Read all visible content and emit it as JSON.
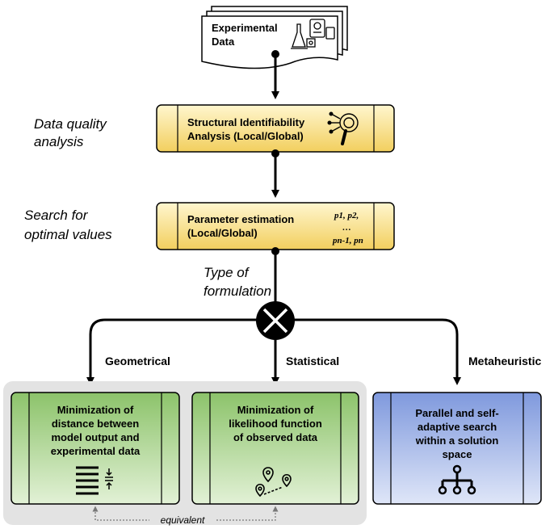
{
  "data_node": {
    "line1": "Experimental",
    "line2": "Data"
  },
  "identifiability": {
    "line1": "Structural Identifiability",
    "line2": "Analysis (Local/Global)"
  },
  "estimation": {
    "line1": "Parameter estimation",
    "line2": "(Local/Global)"
  },
  "params": {
    "line1": "p1, p2,",
    "line2": "…",
    "line3": "pn-1, pn"
  },
  "side_labels": {
    "quality_1": "Data quality",
    "quality_2": "analysis",
    "search_1": "Search for",
    "search_2": "optimal values",
    "type_1": "Type of",
    "type_2": "formulation"
  },
  "branches": {
    "geometrical": "Geometrical",
    "statistical": "Statistical",
    "metaheuristic": "Metaheuristic"
  },
  "geometrical_box": {
    "line1": "Minimization of",
    "line2": "distance between",
    "line3": "model output and",
    "line4": "experimental data"
  },
  "statistical_box": {
    "line1": "Minimization of",
    "line2": "likelihood function",
    "line3": "of observed data"
  },
  "metaheuristic_box": {
    "line1": "Parallel and self-",
    "line2": "adaptive search",
    "line3": "within a solution",
    "line4": "space"
  },
  "equivalent": "equivalent",
  "colors": {
    "yellow_top": "#fff6cf",
    "yellow_bottom": "#f2cf5e",
    "green_top": "#d6ecc4",
    "green_bottom": "#8cc36a",
    "blue_top": "#b9c8ef",
    "blue_bottom": "#7f99dd",
    "group_bg": "#e3e3e3"
  }
}
